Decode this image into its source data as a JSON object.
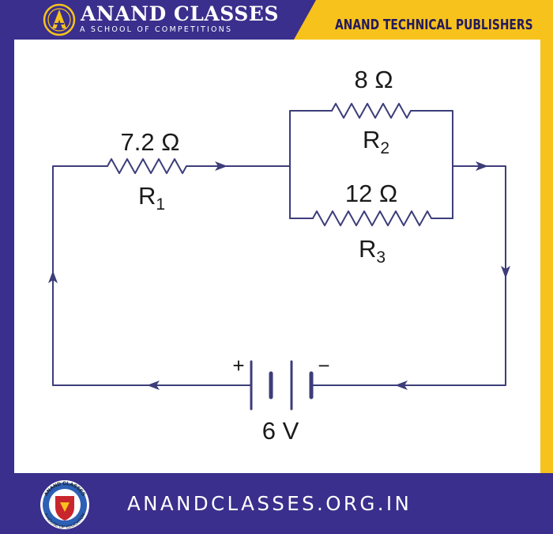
{
  "header": {
    "brand_title": "ANAND CLASSES",
    "brand_subtitle": "A SCHOOL OF COMPETITIONS",
    "publisher": "ANAND TECHNICAL PUBLISHERS"
  },
  "logo_bottom": {
    "arc_text_top": "ANAND CLASSES",
    "arc_text_bottom": "A HOUSE OF EDUCATION"
  },
  "footer": {
    "url": "ANANDCLASSES.ORG.IN"
  },
  "circuit": {
    "r1": {
      "value": "7.2 Ω",
      "name": "R",
      "subscript": "1"
    },
    "r2": {
      "value": "8 Ω",
      "name": "R",
      "subscript": "2"
    },
    "r3": {
      "value": "12 Ω",
      "name": "R",
      "subscript": "3"
    },
    "battery": {
      "value": "6 V",
      "plus": "+",
      "minus": "−"
    }
  },
  "colors": {
    "navy": "#3a2f8c",
    "gold": "#f7c21c",
    "wire": "#3d3d7a"
  }
}
